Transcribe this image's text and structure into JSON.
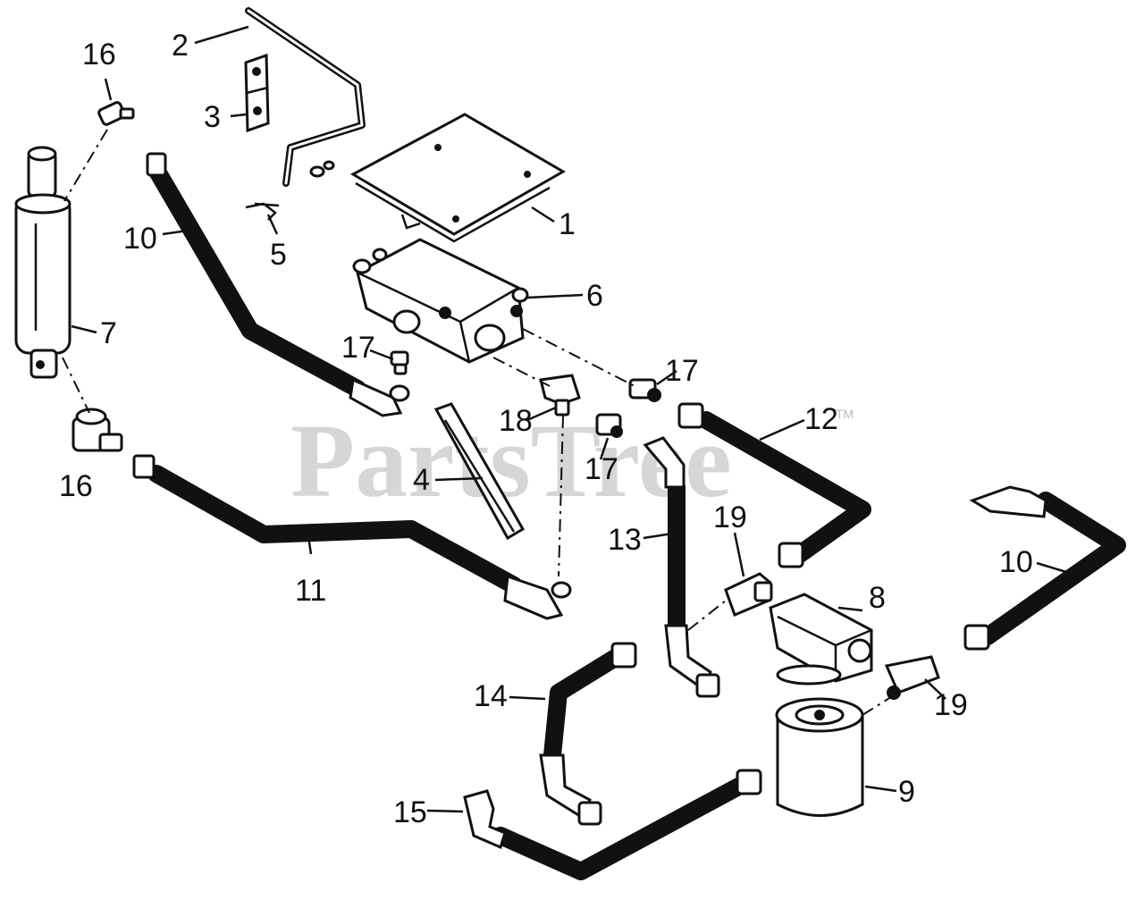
{
  "watermark": {
    "text": "PartsTree",
    "trademark": "TM"
  },
  "callouts": {
    "c1": "1",
    "c2": "2",
    "c3": "3",
    "c4": "4",
    "c5": "5",
    "c6": "6",
    "c7": "7",
    "c8": "8",
    "c9": "9",
    "c10a": "10",
    "c10b": "10",
    "c11": "11",
    "c12": "12",
    "c13": "13",
    "c14": "14",
    "c15": "15",
    "c16a": "16",
    "c16b": "16",
    "c17a": "17",
    "c17b": "17",
    "c17c": "17",
    "c18": "18",
    "c19a": "19",
    "c19b": "19"
  }
}
